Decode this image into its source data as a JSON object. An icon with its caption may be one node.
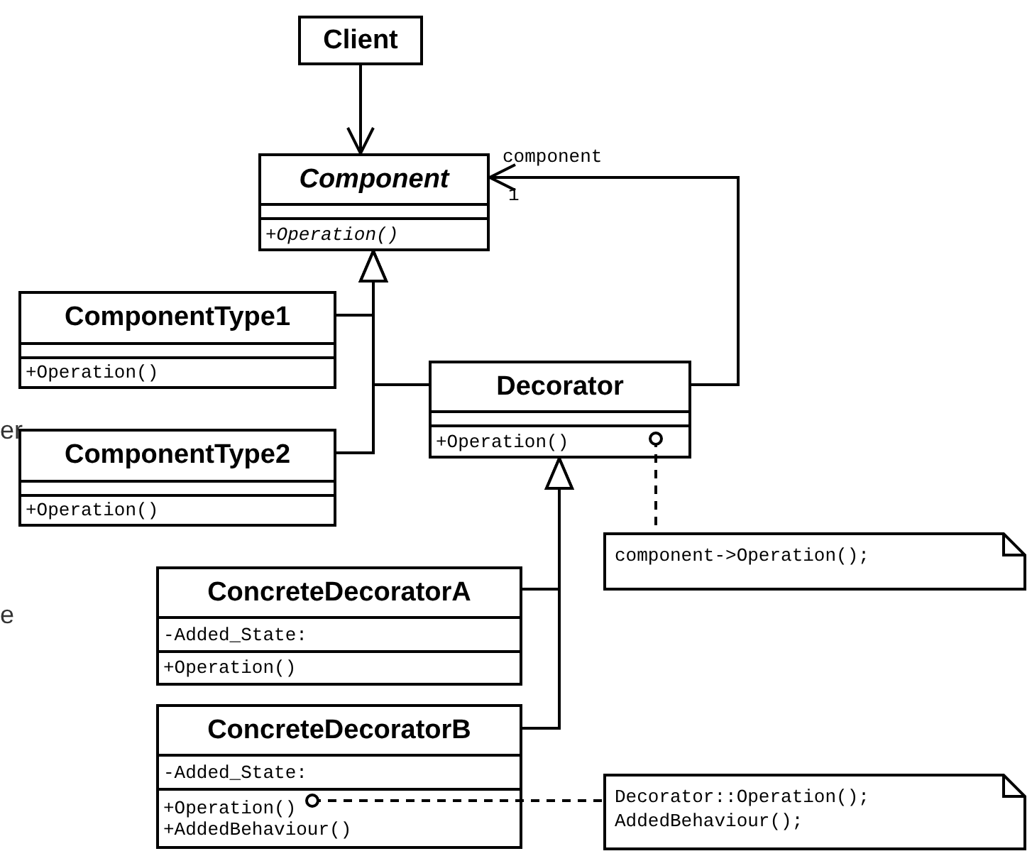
{
  "diagram": {
    "nodes": [
      {
        "text": [
          "Client"
        ]
      },
      {
        "text": [
          "Component",
          "+Operation()"
        ]
      },
      {
        "text": [
          "ComponentType1",
          "+Operation()"
        ]
      },
      {
        "text": [
          "ComponentType2",
          "+Operation()"
        ]
      },
      {
        "text": [
          "Decorator",
          "+Operation()"
        ]
      },
      {
        "text": [
          "ConcreteDecoratorA",
          "-Added_State:",
          "+Operation()"
        ]
      },
      {
        "text": [
          "ConcreteDecoratorB",
          "-Added_State:",
          "+Operation()",
          "+AddedBehaviour()"
        ]
      },
      {
        "text": [
          "component->Operation();"
        ]
      },
      {
        "text": [
          "Decorator::Operation();",
          "AddedBehaviour();"
        ]
      }
    ],
    "edges": [
      {
        "from": 0,
        "to": 1,
        "arrow": "to"
      },
      {
        "from": 2,
        "to": 1,
        "arrow": "to"
      },
      {
        "from": 3,
        "to": 1,
        "arrow": "to"
      },
      {
        "from": 4,
        "to": 1,
        "arrow": "to"
      },
      {
        "from": 4,
        "to": 1,
        "arrow": "to",
        "label": "component"
      },
      {
        "from": 5,
        "to": 4,
        "arrow": "to"
      },
      {
        "from": 6,
        "to": 4,
        "arrow": "to"
      },
      {
        "from": 4,
        "to": 7,
        "arrow": "other",
        "style": "dashed"
      },
      {
        "from": 6,
        "to": 8,
        "arrow": "other",
        "style": "dashed"
      }
    ],
    "labels": [
      "1",
      "er",
      "e"
    ]
  }
}
